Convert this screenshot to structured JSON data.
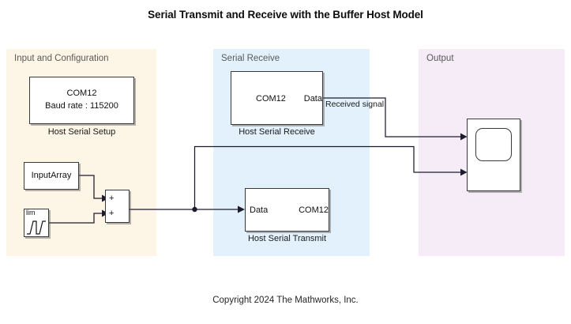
{
  "title": "Serial Transmit and Receive with the Buffer Host Model",
  "copyright": "Copyright 2024 The Mathworks, Inc.",
  "colors": {
    "panel_input": "#fdf5e6",
    "panel_receive": "#e2f1fc",
    "panel_output": "#f6ecf8",
    "panel_title_text": "#5a5a5a",
    "block_border": "#3a3a3a",
    "wire": "#1c1c2e",
    "canvas": "#ffffff"
  },
  "panels": [
    {
      "id": "input-configuration",
      "title": "Input and Configuration"
    },
    {
      "id": "serial-receive",
      "title": "Serial Receive"
    },
    {
      "id": "output",
      "title": "Output"
    }
  ],
  "blocks": {
    "host_serial_setup": {
      "line1": "COM12",
      "line2": "Baud rate : 115200",
      "caption": "Host Serial Setup"
    },
    "input_array": {
      "label": "InputArray"
    },
    "signal_generator": {
      "label": "lim",
      "icon": "ramp-saturation-waveform-icon"
    },
    "sum": {
      "port1": "+",
      "port2": "+",
      "icon": "sum-block-icon"
    },
    "host_serial_receive": {
      "port_left": "COM12",
      "port_right": "Data",
      "caption": "Host Serial Receive"
    },
    "host_serial_transmit": {
      "port_left": "Data",
      "port_right": "COM12",
      "caption": "Host Serial Transmit"
    },
    "scope": {
      "icon": "scope-display-icon"
    }
  },
  "wire_labels": {
    "received_signal": "Received signal"
  }
}
